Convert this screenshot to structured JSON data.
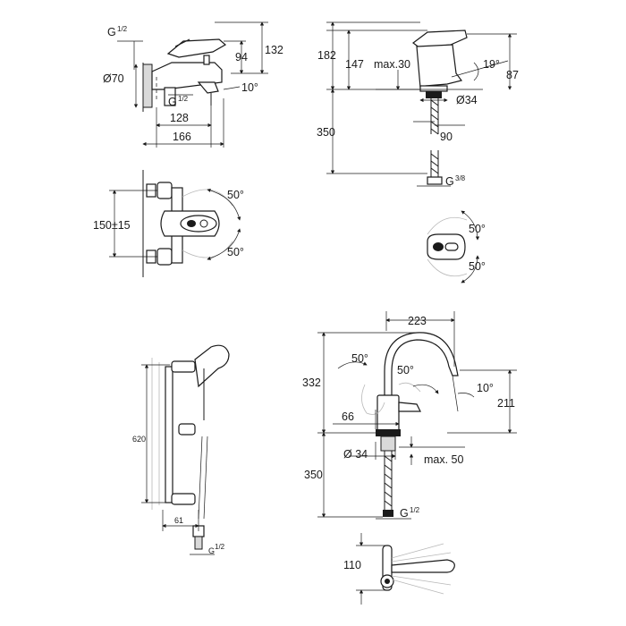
{
  "labels": {
    "g_half": "G",
    "g_half_frac": "1/2",
    "g_three_eighths": "G",
    "g_three_eighths_frac": "3/8",
    "d132": "132",
    "d94": "94",
    "d_diam70": "Ø70",
    "d10deg_top": "10°",
    "d128": "128",
    "d166": "166",
    "d150": "150±15",
    "d50_a": "50°",
    "d50_b": "50°",
    "d182": "182",
    "d147": "147",
    "dmax30": "max.30",
    "d19deg": "19°",
    "d87": "87",
    "d_diam34_top": "Ø34",
    "d350_top": "350",
    "d90": "90",
    "d50_c": "50°",
    "d50_d": "50°",
    "d620": "620",
    "d61": "61",
    "d223": "223",
    "d50_e": "50°",
    "d50_f": "50°",
    "d332": "332",
    "d10deg_bottom": "10°",
    "d211": "211",
    "d66": "66",
    "d_diam34_bottom": "Ø 34",
    "dmax50": "max. 50",
    "d350_bottom": "350",
    "d110": "110"
  }
}
